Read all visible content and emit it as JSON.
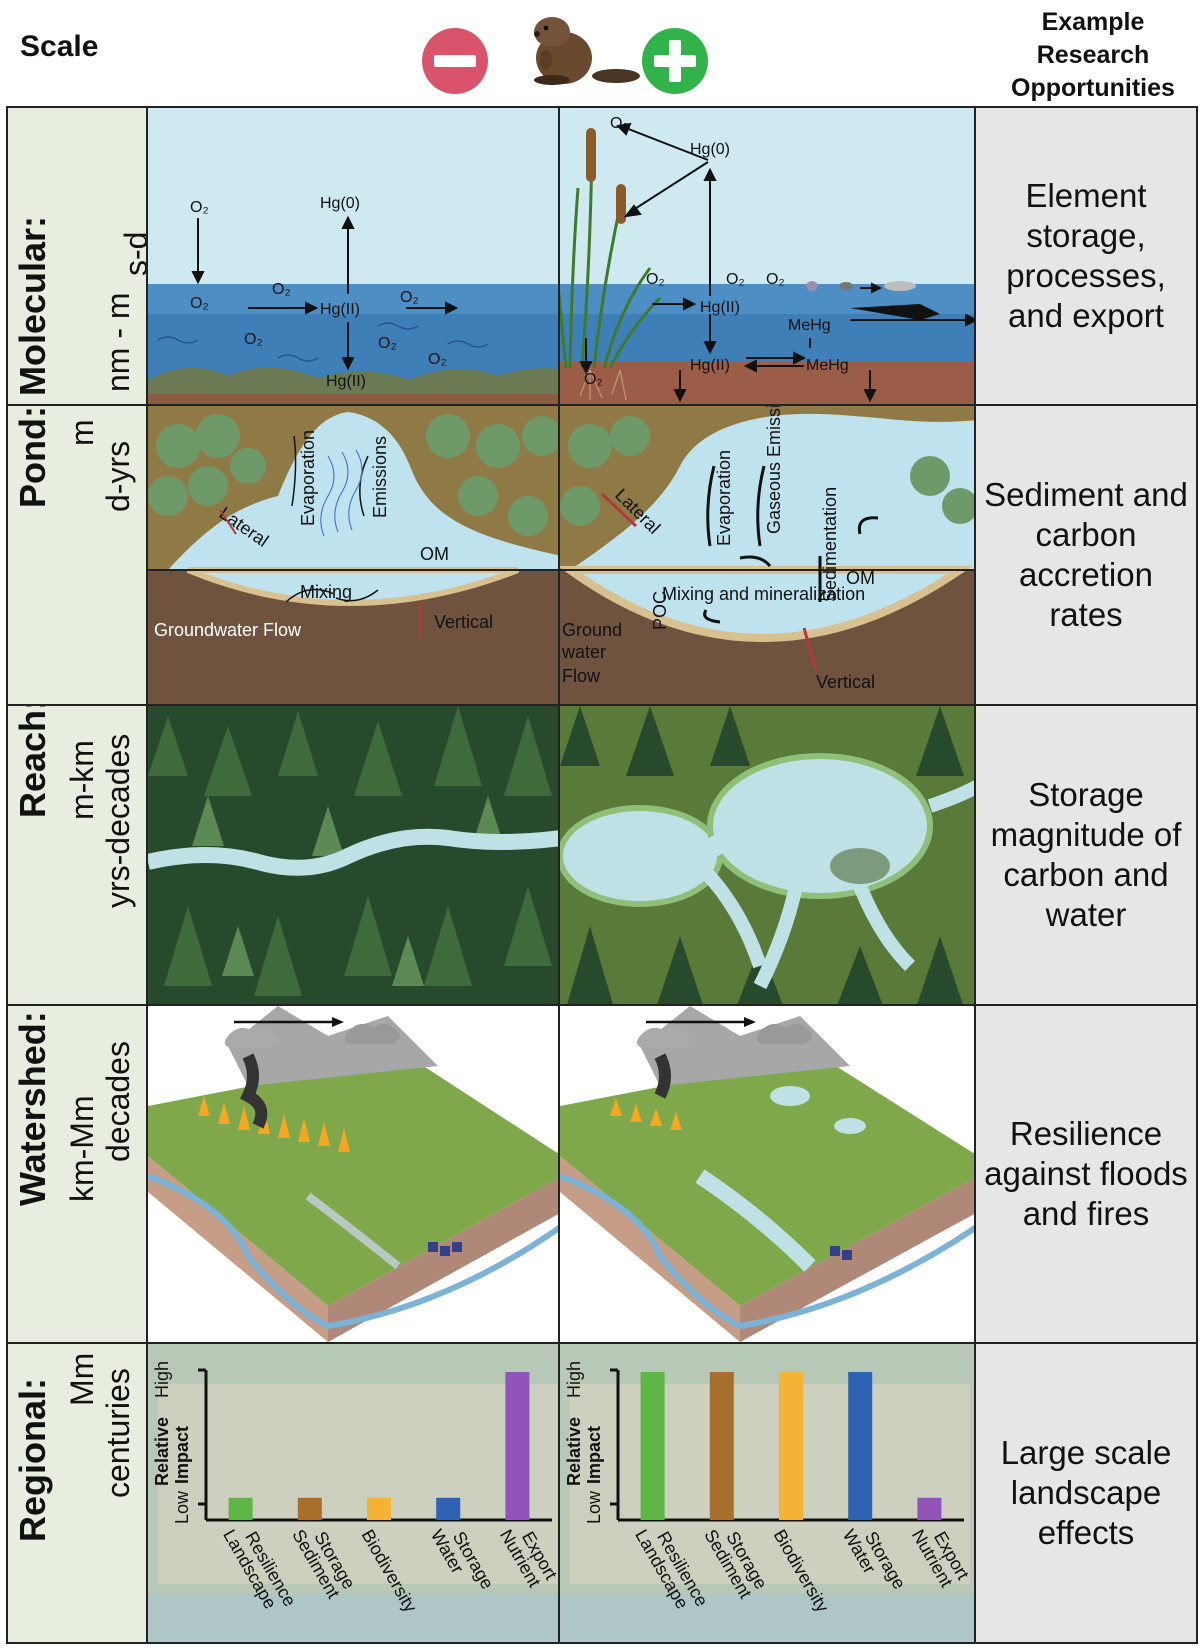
{
  "header": {
    "scale_title": "Scale",
    "research_title": "Example Research Opportunities",
    "minus_icon": "minus-icon",
    "plus_icon": "plus-icon",
    "beaver_icon": "beaver-icon",
    "colors": {
      "minus": "#d9536b",
      "plus": "#32b34a"
    }
  },
  "rows": [
    {
      "name": "Molecular:",
      "space": "nm - m",
      "time": "s-d",
      "opportunity": "Element storage, processes, and export"
    },
    {
      "name": "Pond:",
      "space": "m",
      "time": "d-yrs",
      "opportunity": "Sediment and carbon accretion rates"
    },
    {
      "name": "Reach:",
      "space": "m-km",
      "time": "yrs-decades",
      "opportunity": "Storage magnitude of carbon and water"
    },
    {
      "name": "Watershed:",
      "space": "km-Mm",
      "time": "decades",
      "opportunity": "Resilience against floods and fires"
    },
    {
      "name": "Regional:",
      "space": "Mm",
      "time": "centuries",
      "opportunity": "Large scale landscape effects"
    }
  ],
  "molecular": {
    "left": {
      "o2": "O₂",
      "hg0": "Hg(0)",
      "hg2": "Hg(II)"
    },
    "right": {
      "o2": "O₂",
      "hg0": "Hg(0)",
      "hg2": "Hg(II)",
      "mehg": "MeHg"
    }
  },
  "pond": {
    "left": {
      "evaporation": "Evaporation",
      "emissions": "Emissions",
      "lateral": "Lateral",
      "om": "OM",
      "mixing": "Mixing",
      "groundwater": "Groundwater Flow",
      "vertical": "Vertical"
    },
    "right": {
      "evaporation": "Evaporation",
      "gaseous": "Gaseous Emissions",
      "lateral": "Lateral",
      "sedimentation": "Sedimentation",
      "om": "OM",
      "poc": "POC",
      "mixing": "Mixing and mineralization",
      "groundwater_1": "Ground",
      "groundwater_2": "water",
      "groundwater_3": "Flow",
      "vertical": "Vertical"
    }
  },
  "regional": {
    "y_label": "Relative Impact",
    "y_high": "High",
    "y_low": "Low",
    "categories": [
      "Landscape Resilience",
      "Sediment Storage",
      "Biodiversity",
      "Water Storage",
      "Nutrient Export"
    ],
    "colors": [
      "#5db646",
      "#a86e2c",
      "#f5b335",
      "#2e62b3",
      "#9154b8"
    ]
  },
  "chart_data": [
    {
      "type": "bar",
      "categories": [
        "Landscape Resilience",
        "Sediment Storage",
        "Biodiversity",
        "Water Storage",
        "Nutrient Export"
      ],
      "values": [
        0.15,
        0.15,
        0.15,
        0.15,
        1.0
      ],
      "ylabel": "Relative Impact",
      "ylim": [
        0,
        1
      ],
      "y_tick_labels": [
        "Low",
        "High"
      ]
    },
    {
      "type": "bar",
      "categories": [
        "Landscape Resilience",
        "Sediment Storage",
        "Biodiversity",
        "Water Storage",
        "Nutrient Export"
      ],
      "values": [
        1.0,
        1.0,
        1.0,
        1.0,
        0.15
      ],
      "ylabel": "Relative Impact",
      "ylim": [
        0,
        1
      ],
      "y_tick_labels": [
        "Low",
        "High"
      ]
    }
  ]
}
